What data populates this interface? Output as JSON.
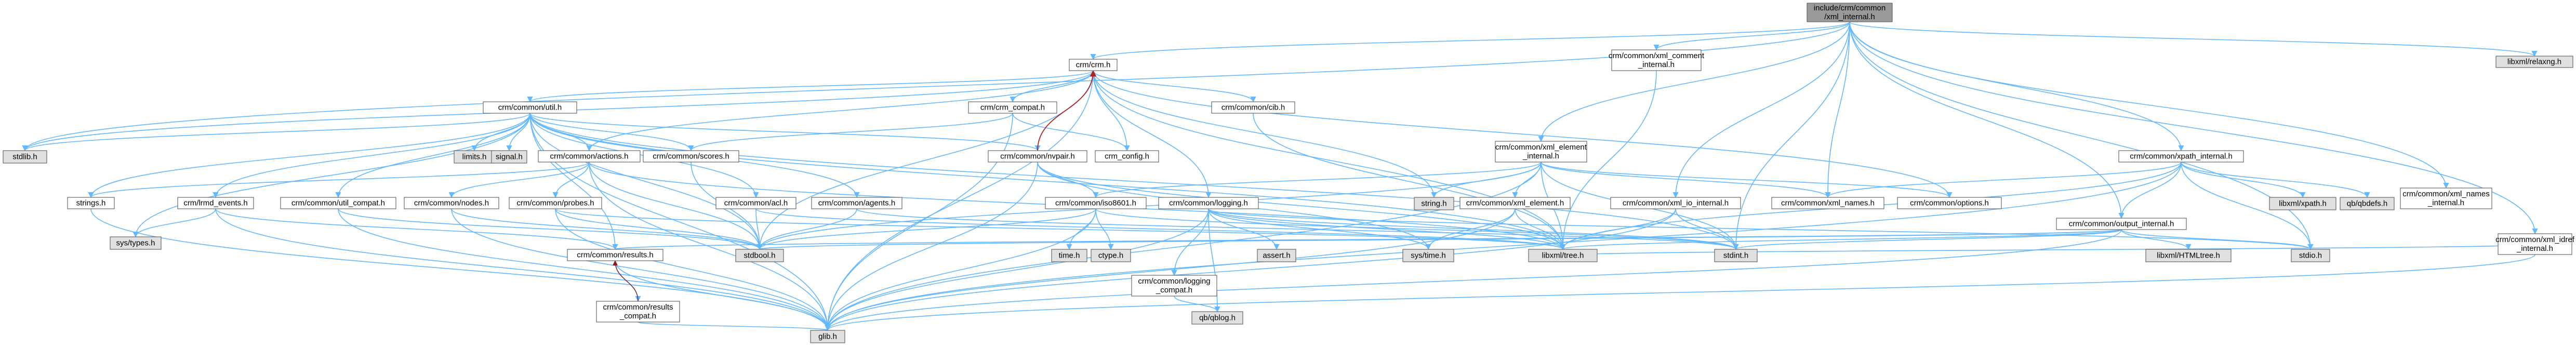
{
  "colors": {
    "node_fill": "#ffffff",
    "node_border": "#666666",
    "root_fill": "#999999",
    "system_fill": "#e0e0e0",
    "edge": "#63b8ff",
    "edge_highlight": "#b22222",
    "label_text": "#000000",
    "label_highlight": "#b22222"
  },
  "nodes": [
    {
      "id": "root",
      "lines": [
        "include/crm/common",
        "/xml_internal.h"
      ],
      "style": "root"
    },
    {
      "id": "crm",
      "lines": [
        "crm/crm.h"
      ],
      "style": "normal"
    },
    {
      "id": "xml_comment",
      "lines": [
        "crm/common/xml_comment",
        "_internal.h"
      ],
      "style": "normal"
    },
    {
      "id": "libxml_relaxng",
      "lines": [
        "libxml/relaxng.h"
      ],
      "style": "system"
    },
    {
      "id": "util",
      "lines": [
        "crm/common/util.h"
      ],
      "style": "normal"
    },
    {
      "id": "crm_compat",
      "lines": [
        "crm/crm_compat.h"
      ],
      "style": "normal"
    },
    {
      "id": "cib",
      "lines": [
        "crm/common/cib.h"
      ],
      "style": "normal"
    },
    {
      "id": "stdlib",
      "lines": [
        "stdlib.h"
      ],
      "style": "system"
    },
    {
      "id": "limits",
      "lines": [
        "limits.h"
      ],
      "style": "system"
    },
    {
      "id": "signal",
      "lines": [
        "signal.h"
      ],
      "style": "system"
    },
    {
      "id": "actions",
      "lines": [
        "crm/common/actions.h"
      ],
      "style": "normal"
    },
    {
      "id": "scores",
      "lines": [
        "crm/common/scores.h"
      ],
      "style": "red"
    },
    {
      "id": "nvpair",
      "lines": [
        "crm/common/nvpair.h"
      ],
      "style": "red"
    },
    {
      "id": "crm_config",
      "lines": [
        "crm_config.h"
      ],
      "style": "normal"
    },
    {
      "id": "xml_element",
      "lines": [
        "crm/common/xml_element",
        "_internal.h"
      ],
      "style": "normal"
    },
    {
      "id": "xpath_internal",
      "lines": [
        "crm/common/xpath_internal.h"
      ],
      "style": "normal"
    },
    {
      "id": "strings",
      "lines": [
        "strings.h"
      ],
      "style": "normal"
    },
    {
      "id": "lrmd_events",
      "lines": [
        "crm/lrmd_events.h"
      ],
      "style": "normal"
    },
    {
      "id": "util_compat",
      "lines": [
        "crm/common/util_compat.h"
      ],
      "style": "normal"
    },
    {
      "id": "nodes",
      "lines": [
        "crm/common/nodes.h"
      ],
      "style": "red"
    },
    {
      "id": "probes",
      "lines": [
        "crm/common/probes.h"
      ],
      "style": "normal"
    },
    {
      "id": "acl",
      "lines": [
        "crm/common/acl.h"
      ],
      "style": "normal"
    },
    {
      "id": "agents",
      "lines": [
        "crm/common/agents.h"
      ],
      "style": "normal"
    },
    {
      "id": "iso8601",
      "lines": [
        "crm/common/iso8601.h"
      ],
      "style": "normal"
    },
    {
      "id": "logging",
      "lines": [
        "crm/common/logging.h"
      ],
      "style": "normal"
    },
    {
      "id": "string_h",
      "lines": [
        "string.h"
      ],
      "style": "system"
    },
    {
      "id": "xml_element_h",
      "lines": [
        "crm/common/xml_element.h"
      ],
      "style": "red"
    },
    {
      "id": "xml_io_internal",
      "lines": [
        "crm/common/xml_io_internal.h"
      ],
      "style": "normal"
    },
    {
      "id": "xml_names",
      "lines": [
        "crm/common/xml_names.h"
      ],
      "style": "normal"
    },
    {
      "id": "options",
      "lines": [
        "crm/common/options.h"
      ],
      "style": "normal"
    },
    {
      "id": "output_internal",
      "lines": [
        "crm/common/output_internal.h"
      ],
      "style": "normal"
    },
    {
      "id": "libxml_xpath",
      "lines": [
        "libxml/xpath.h"
      ],
      "style": "system"
    },
    {
      "id": "qb_qbdefs",
      "lines": [
        "qb/qbdefs.h"
      ],
      "style": "system"
    },
    {
      "id": "xml_names_internal",
      "lines": [
        "crm/common/xml_names",
        "_internal.h"
      ],
      "style": "normal"
    },
    {
      "id": "xml_idref",
      "lines": [
        "crm/common/xml_idref",
        "_internal.h"
      ],
      "style": "normal"
    },
    {
      "id": "sys_types",
      "lines": [
        "sys/types.h"
      ],
      "style": "system"
    },
    {
      "id": "results",
      "lines": [
        "crm/common/results.h"
      ],
      "style": "normal"
    },
    {
      "id": "stdbool",
      "lines": [
        "stdbool.h"
      ],
      "style": "system"
    },
    {
      "id": "time_h",
      "lines": [
        "time.h"
      ],
      "style": "system"
    },
    {
      "id": "ctype_h",
      "lines": [
        "ctype.h"
      ],
      "style": "system"
    },
    {
      "id": "logging_compat",
      "lines": [
        "crm/common/logging",
        "_compat.h"
      ],
      "style": "normal"
    },
    {
      "id": "assert_h",
      "lines": [
        "assert.h"
      ],
      "style": "system"
    },
    {
      "id": "sys_time",
      "lines": [
        "sys/time.h"
      ],
      "style": "system"
    },
    {
      "id": "libxml_tree",
      "lines": [
        "libxml/tree.h"
      ],
      "style": "system"
    },
    {
      "id": "stdint",
      "lines": [
        "stdint.h"
      ],
      "style": "system"
    },
    {
      "id": "libxml_HTMLtree",
      "lines": [
        "libxml/HTMLtree.h"
      ],
      "style": "system"
    },
    {
      "id": "stdio",
      "lines": [
        "stdio.h"
      ],
      "style": "system"
    },
    {
      "id": "results_compat",
      "lines": [
        "crm/common/results",
        "_compat.h"
      ],
      "style": "normal"
    },
    {
      "id": "qblog",
      "lines": [
        "qb/qblog.h"
      ],
      "style": "system"
    },
    {
      "id": "glib",
      "lines": [
        "glib.h"
      ],
      "style": "system"
    }
  ]
}
